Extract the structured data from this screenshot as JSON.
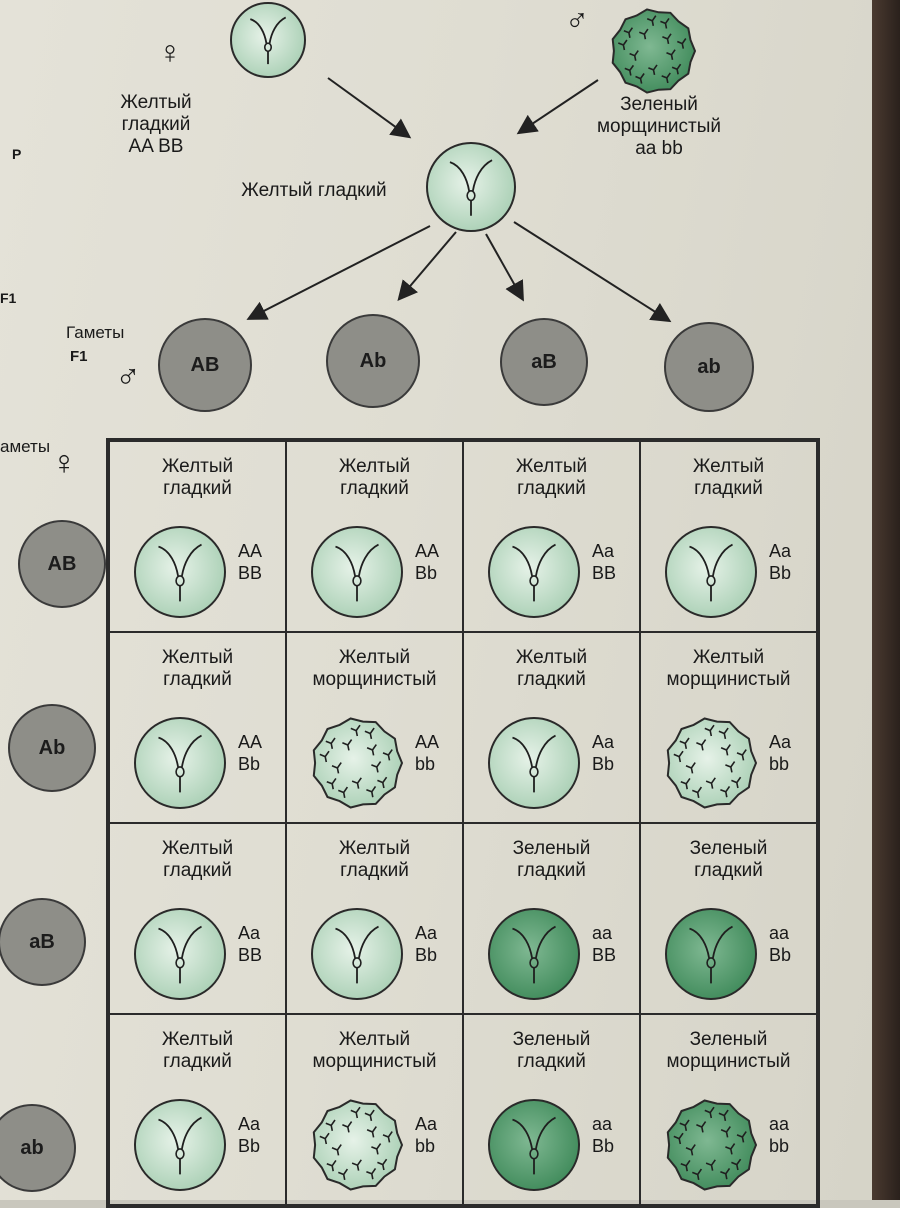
{
  "parents": {
    "female": {
      "sign": "♀",
      "phenotype": "Желтый\nгладкий",
      "genotype": "AA BB",
      "color": "yellow",
      "shape": "smooth"
    },
    "male": {
      "sign": "♂",
      "phenotype": "Зеленый\nморщинистый",
      "genotype": "aa bb",
      "color": "green",
      "shape": "wrinkled"
    },
    "row_label": "P"
  },
  "f1": {
    "row_label": "F1",
    "phenotype": "Желтый гладкий"
  },
  "gametes": {
    "label": "Гаметы",
    "label_sub": "F1",
    "male_sign": "♂",
    "items": [
      "AB",
      "Ab",
      "aB",
      "ab"
    ]
  },
  "female_gametes": {
    "label": "аметы",
    "sign": "♀",
    "items": [
      "AB",
      "Ab",
      "aB",
      "ab"
    ]
  },
  "punnett": [
    [
      {
        "phenotype": "Желтый\nгладкий",
        "genotype": "AA\nBB",
        "color": "yellow",
        "shape": "smooth"
      },
      {
        "phenotype": "Желтый\nгладкий",
        "genotype": "AA\nBb",
        "color": "yellow",
        "shape": "smooth"
      },
      {
        "phenotype": "Желтый\nгладкий",
        "genotype": "Aa\nBB",
        "color": "yellow",
        "shape": "smooth"
      },
      {
        "phenotype": "Желтый\nгладкий",
        "genotype": "Aa\nBb",
        "color": "yellow",
        "shape": "smooth"
      }
    ],
    [
      {
        "phenotype": "Желтый\nгладкий",
        "genotype": "AA\nBb",
        "color": "yellow",
        "shape": "smooth"
      },
      {
        "phenotype": "Желтый\nморщинистый",
        "genotype": "AA\nbb",
        "color": "yellow",
        "shape": "wrinkled"
      },
      {
        "phenotype": "Желтый\nгладкий",
        "genotype": "Aa\nBb",
        "color": "yellow",
        "shape": "smooth"
      },
      {
        "phenotype": "Желтый\nморщинистый",
        "genotype": "Aa\nbb",
        "color": "yellow",
        "shape": "wrinkled"
      }
    ],
    [
      {
        "phenotype": "Желтый\nгладкий",
        "genotype": "Aa\nBB",
        "color": "yellow",
        "shape": "smooth"
      },
      {
        "phenotype": "Желтый\nгладкий",
        "genotype": "Aa\nBb",
        "color": "yellow",
        "shape": "smooth"
      },
      {
        "phenotype": "Зеленый\nгладкий",
        "genotype": "aa\nBB",
        "color": "green",
        "shape": "smooth"
      },
      {
        "phenotype": "Зеленый\nгладкий",
        "genotype": "aa\nBb",
        "color": "green",
        "shape": "smooth"
      }
    ],
    [
      {
        "phenotype": "Желтый\nгладкий",
        "genotype": "Aa\nBb",
        "color": "yellow",
        "shape": "smooth"
      },
      {
        "phenotype": "Желтый\nморщинистый",
        "genotype": "Aa\nbb",
        "color": "yellow",
        "shape": "wrinkled"
      },
      {
        "phenotype": "Зеленый\nгладкий",
        "genotype": "aa\nBb",
        "color": "green",
        "shape": "smooth"
      },
      {
        "phenotype": "Зеленый\nморщинистый",
        "genotype": "aa\nbb",
        "color": "green",
        "shape": "wrinkled"
      }
    ]
  ],
  "colors": {
    "yellow_pea": "#a9cfb4",
    "green_pea": "#3f8a5a",
    "gamete": "#8e8e88"
  }
}
